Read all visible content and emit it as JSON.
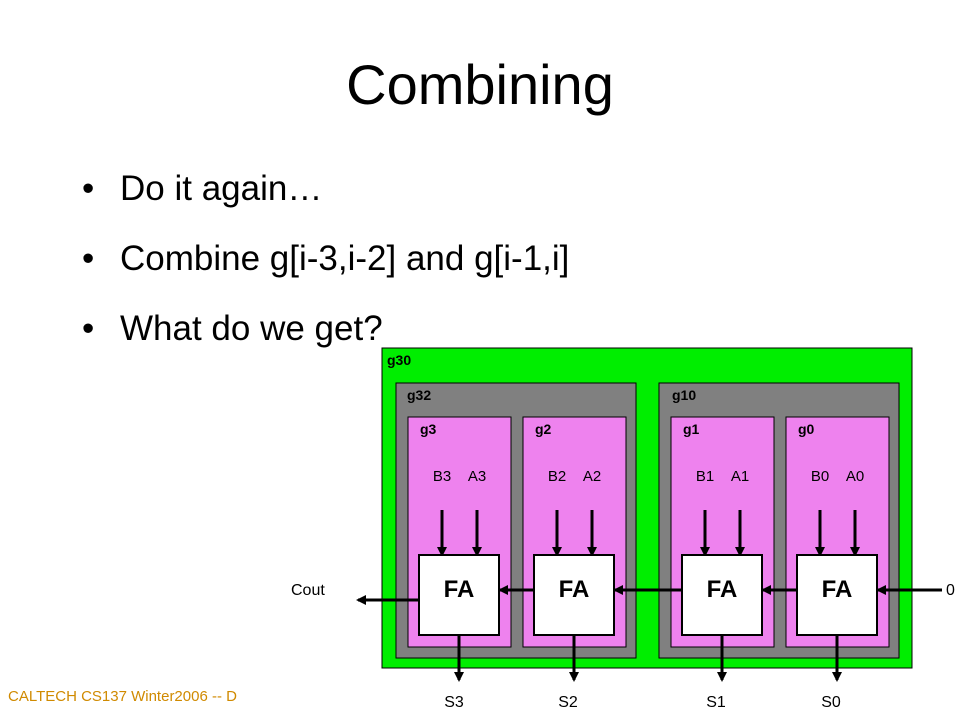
{
  "slide": {
    "title": "Combining",
    "bullets": [
      "Do it again…",
      "Combine g[i-3,i-2] and g[i-1,i]",
      "What do we get?"
    ],
    "footer": "CALTECH CS137 Winter2006 -- D"
  },
  "diagram": {
    "outer_group": "g30",
    "mid_groups": [
      "g32",
      "g10"
    ],
    "cells": [
      {
        "group": "g3",
        "b": "B3",
        "a": "A3",
        "block": "FA",
        "sum": "S3"
      },
      {
        "group": "g2",
        "b": "B2",
        "a": "A2",
        "block": "FA",
        "sum": "S2"
      },
      {
        "group": "g1",
        "b": "B1",
        "a": "A1",
        "block": "FA",
        "sum": "S1"
      },
      {
        "group": "g0",
        "b": "B0",
        "a": "A0",
        "block": "FA",
        "sum": "S0"
      }
    ],
    "carry_out": "Cout",
    "carry_in": "0",
    "colors": {
      "outer": "#00ee00",
      "mid": "#808080",
      "cell": "#ee82ee"
    }
  }
}
